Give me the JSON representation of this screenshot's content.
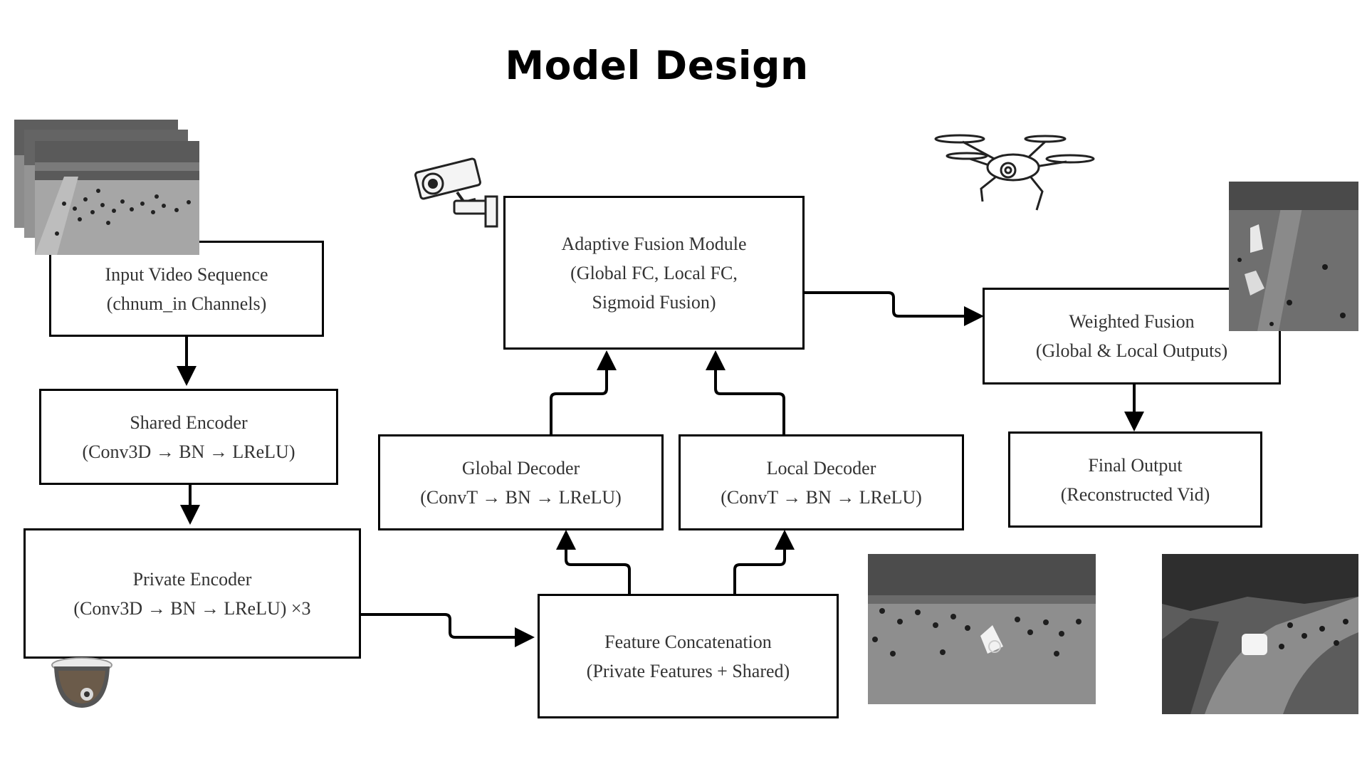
{
  "title": "Model Design",
  "boxes": {
    "input": {
      "line1": "Input Video Sequence",
      "line2": "(chnum_in Channels)"
    },
    "shared": {
      "line1": "Shared Encoder",
      "line2": "(Conv3D → BN → LReLU)"
    },
    "private": {
      "line1": "Private Encoder",
      "line2": "(Conv3D → BN → LReLU) ×3"
    },
    "concat": {
      "line1": "Feature Concatenation",
      "line2": "(Private Features + Shared)"
    },
    "global_decoder": {
      "line1": "Global Decoder",
      "line2": "(ConvT → BN → LReLU)"
    },
    "local_decoder": {
      "line1": "Local Decoder",
      "line2": "(ConvT → BN → LReLU)"
    },
    "fusion": {
      "line1": "Adaptive Fusion Module",
      "line2": "(Global FC, Local FC,",
      "line3": "Sigmoid Fusion)"
    },
    "weighted": {
      "line1": "Weighted Fusion",
      "line2": "(Global & Local Outputs)"
    },
    "final": {
      "line1": "Final Output",
      "line2": "(Reconstructed Vid)"
    }
  },
  "icons": [
    "security-camera-icon",
    "dome-camera-icon",
    "drone-icon"
  ],
  "colors": {
    "box_border": "#000000",
    "box_text": "#333333",
    "title": "#000000"
  }
}
